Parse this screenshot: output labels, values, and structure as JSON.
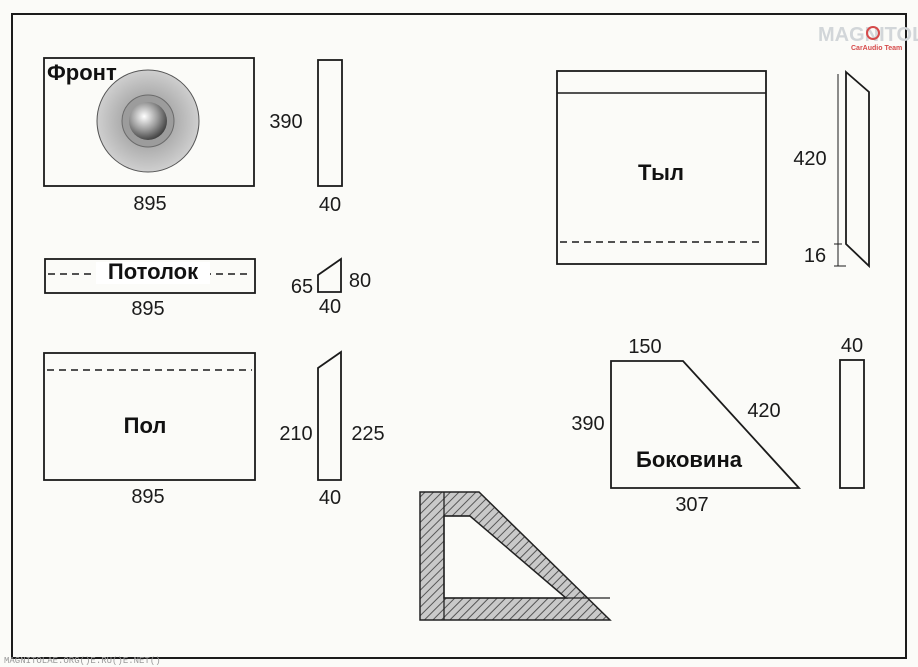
{
  "labels": {
    "front": "Фронт",
    "ceiling": "Потолок",
    "floor": "Пол",
    "back": "Тыл",
    "side": "Боковина"
  },
  "dimensions": {
    "front_width": "895",
    "front_height": "390",
    "front_thickness": "40",
    "ceiling_width": "895",
    "ceiling_profile_left": "65",
    "ceiling_profile_right": "80",
    "ceiling_profile_bottom": "40",
    "floor_width": "895",
    "floor_profile_left": "210",
    "floor_profile_right": "225",
    "floor_profile_bottom": "40",
    "back_height": "420",
    "back_bevel": "16",
    "side_top": "150",
    "side_height": "390",
    "side_slope": "420",
    "side_bottom": "307",
    "side_thickness": "40"
  },
  "logo": {
    "brand": "MAGNITOLA",
    "subtitle": "CarAudio Team"
  },
  "watermark": "MAGNITOLAE.ORG()E.RU()E.NET()",
  "colors": {
    "frame": "#1b1b1b",
    "speaker_outer": "#bdbdbd",
    "speaker_inner": "#8e8e8e",
    "hatch": "#555555",
    "logo_accent": "#d64a4a"
  }
}
